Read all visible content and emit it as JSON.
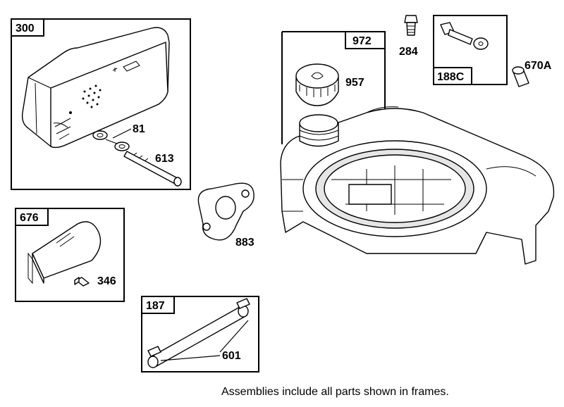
{
  "frames": [
    {
      "id": "frame-300",
      "tag": "300"
    },
    {
      "id": "frame-972",
      "tag": "972"
    },
    {
      "id": "frame-188c",
      "tag": "188C"
    },
    {
      "id": "frame-676",
      "tag": "676"
    },
    {
      "id": "frame-187",
      "tag": "187"
    }
  ],
  "labels": {
    "p81": "81",
    "p613": "613",
    "p957": "957",
    "p284": "284",
    "p670a": "670A",
    "p883": "883",
    "p346": "346",
    "p601": "601"
  },
  "frame_tags": {
    "f300": "300",
    "f972": "972",
    "f188c": "188C",
    "f676": "676",
    "f187": "187"
  },
  "caption": "Assemblies include all parts shown in frames."
}
